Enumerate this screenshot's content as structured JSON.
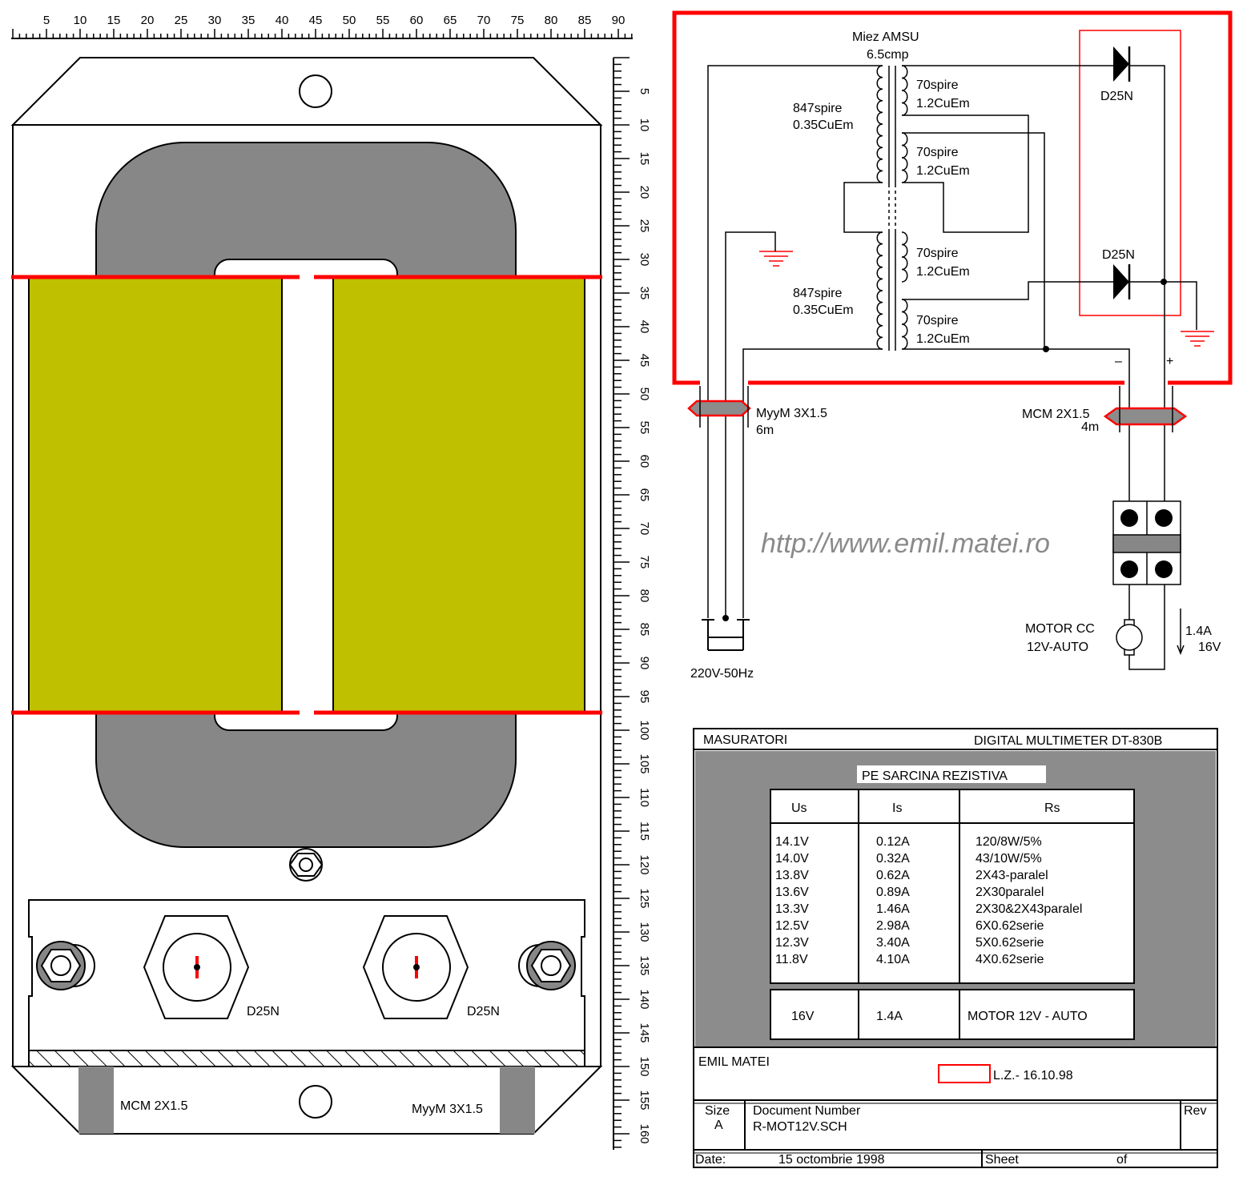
{
  "ruler": {
    "top_ticks": [
      "5",
      "10",
      "15",
      "20",
      "25",
      "30",
      "35",
      "40",
      "45",
      "50",
      "55",
      "60",
      "65",
      "70",
      "75",
      "80",
      "85",
      "90"
    ],
    "side_ticks": [
      "5",
      "10",
      "15",
      "20",
      "25",
      "30",
      "35",
      "40",
      "45",
      "50",
      "55",
      "60",
      "65",
      "70",
      "75",
      "80",
      "85",
      "90",
      "95",
      "100",
      "105",
      "110",
      "115",
      "120",
      "125",
      "130",
      "135",
      "140",
      "145",
      "150",
      "155",
      "160"
    ]
  },
  "layout_drawing": {
    "diode_left": "D25N",
    "diode_right": "D25N",
    "cable_left": "MCM 2X1.5",
    "cable_right": "MyyM 3X1.5"
  },
  "schematic": {
    "core_title": "Miez AMSU",
    "core_area": "6.5cmp",
    "primary": [
      {
        "turns": "847spire",
        "wire": "0.35CuEm"
      },
      {
        "turns": "847spire",
        "wire": "0.35CuEm"
      }
    ],
    "secondary": [
      {
        "turns": "70spire",
        "wire": "1.2CuEm"
      },
      {
        "turns": "70spire",
        "wire": "1.2CuEm"
      },
      {
        "turns": "70spire",
        "wire": "1.2CuEm"
      },
      {
        "turns": "70spire",
        "wire": "1.2CuEm"
      }
    ],
    "diode_top": "D25N",
    "diode_bottom": "D25N",
    "minus": "–",
    "plus": "+",
    "cable_in_name": "MyyM 3X1.5",
    "cable_in_len": "6m",
    "cable_out_name": "MCM 2X1.5",
    "cable_out_len": "4m",
    "mains": "220V-50Hz",
    "motor_line1": "MOTOR CC",
    "motor_line2": "12V-AUTO",
    "motor_current": "1.4A",
    "motor_voltage": "16V",
    "url": "http://www.emil.matei.ro"
  },
  "measurements": {
    "title": "MASURATORI",
    "instrument": "DIGITAL MULTIMETER DT-830B",
    "subtitle": "PE SARCINA REZISTIVA",
    "headers": [
      "Us",
      "Is",
      "Rs"
    ],
    "rows": [
      [
        "14.1V",
        "0.12A",
        "120/8W/5%"
      ],
      [
        "14.0V",
        "0.32A",
        "43/10W/5%"
      ],
      [
        "13.8V",
        "0.62A",
        "2X43-paralel"
      ],
      [
        "13.6V",
        "0.89A",
        "2X30paralel"
      ],
      [
        "13.3V",
        "1.46A",
        "2X30&2X43paralel"
      ],
      [
        "12.5V",
        "2.98A",
        "6X0.62serie"
      ],
      [
        "12.3V",
        "3.40A",
        "5X0.62serie"
      ],
      [
        "11.8V",
        "4.10A",
        "4X0.62serie"
      ]
    ],
    "motor_row": [
      "16V",
      "1.4A",
      "MOTOR 12V - AUTO"
    ]
  },
  "title_block": {
    "author": "EMIL MATEI",
    "revision_note": "L.Z.- 16.10.98",
    "size_label": "Size",
    "size_value": "A",
    "docnum_label": "Document Number",
    "docnum_value": "R-MOT12V.SCH",
    "rev_label": "Rev",
    "date_label": "Date:",
    "date_value": "15 octombrie 1998",
    "sheet_label": "Sheet",
    "of_label": "of"
  },
  "colors": {
    "core_gray": "#878787",
    "coil_yellow": "#bfc000",
    "red": "#ff0000",
    "panel_gray": "#8c8c8c",
    "cable_gray": "#808080"
  }
}
